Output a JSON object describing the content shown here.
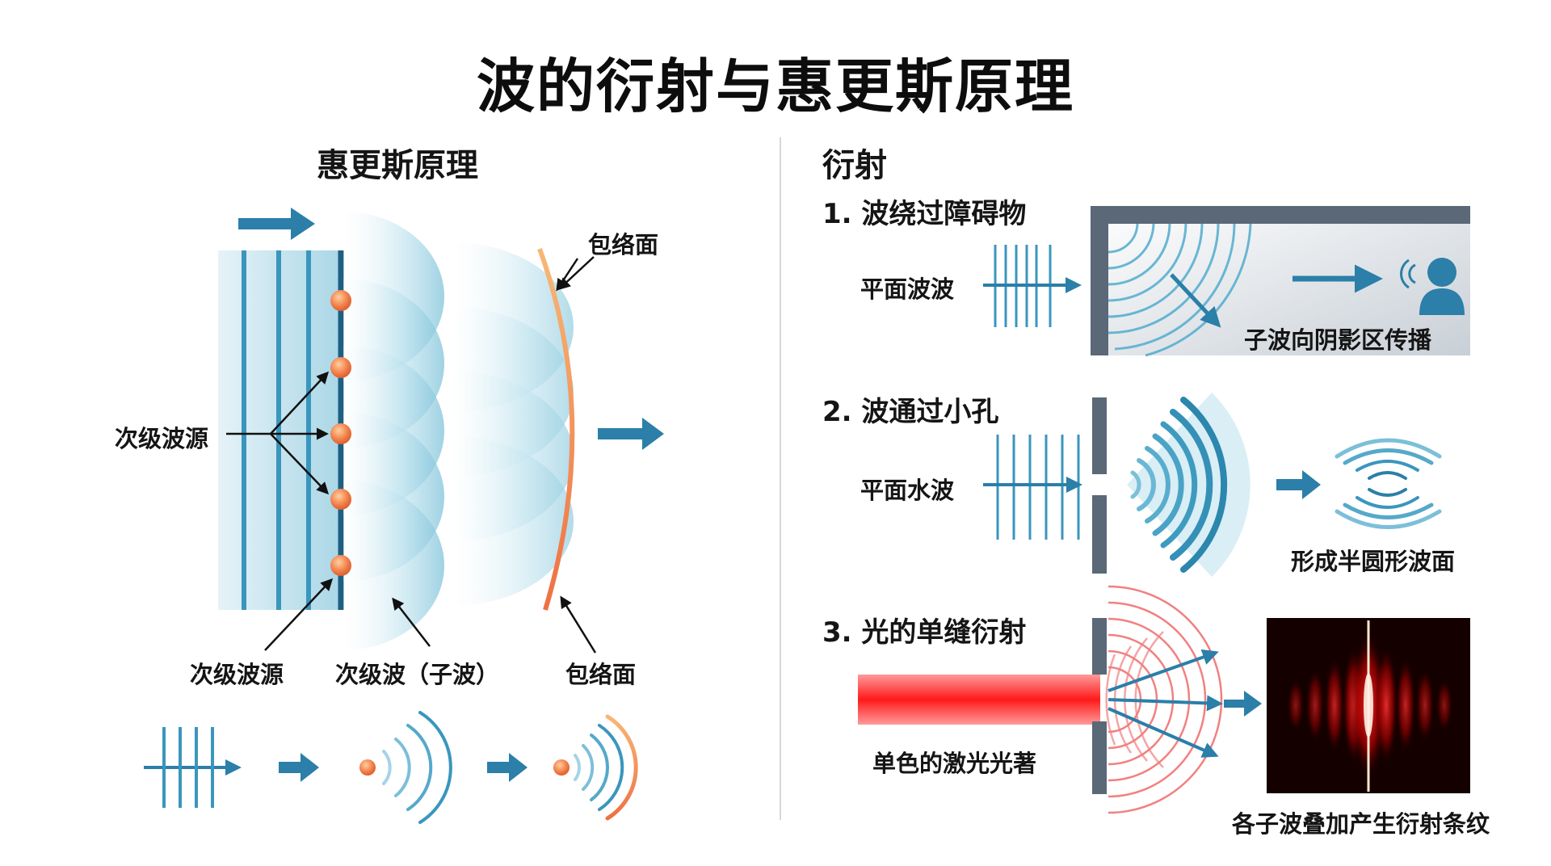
{
  "title": "波的衍射与惠更斯原理",
  "left": {
    "heading": "惠更斯原理",
    "labels": {
      "secondary_source_left": "次级波源",
      "envelope_top": "包络面",
      "secondary_source_bottom": "次级波源",
      "secondary_wave": "次级波（子波）",
      "envelope_bottom": "包络面"
    }
  },
  "right": {
    "heading": "衍射",
    "section1": {
      "title": "1. 波绕过障碍物",
      "input_label": "平面波波",
      "caption": "子波向阴影区传播"
    },
    "section2": {
      "title": "2. 波通过小孔",
      "input_label": "平面水波",
      "caption": "形成半圆形波面"
    },
    "section3": {
      "title": "3. 光的单缝衍射",
      "input_label": "单色的激光光著",
      "caption": "各子波叠加产生衍射条纹"
    }
  },
  "colors": {
    "wave_blue": "#2f8fb5",
    "arrow_blue": "#2b7fa8",
    "barrier": "#5a6877",
    "envelope": "#f0a060",
    "source": "#f07840",
    "laser": "#ff2a2a"
  }
}
